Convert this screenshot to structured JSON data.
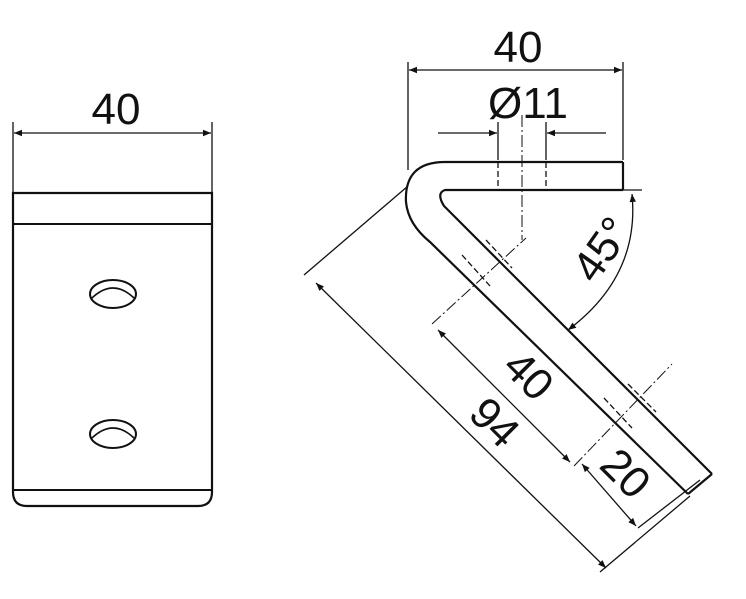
{
  "front_view": {
    "width_label": "40"
  },
  "side_view": {
    "overall_width_label": "40",
    "hole_diameter_label": "Ø11",
    "angle_label": "45°",
    "hole_spacing_label": "40",
    "overall_length_label": "94",
    "edge_distance_label": "20"
  },
  "colors": {
    "line": "#111111",
    "background": "#ffffff"
  }
}
